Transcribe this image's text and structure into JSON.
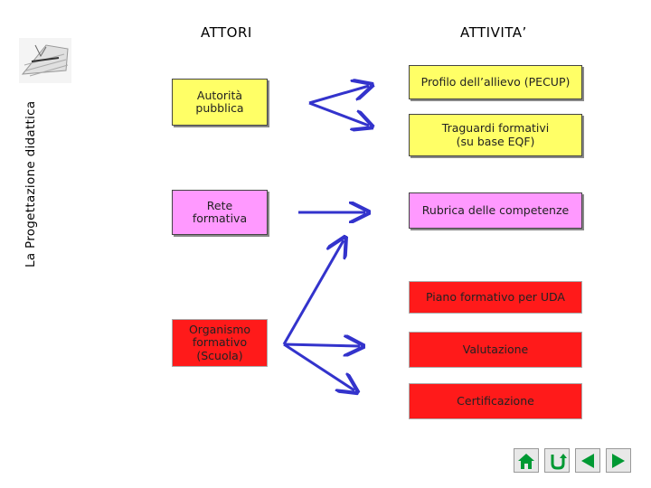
{
  "headers": {
    "actors": "ATTORI",
    "activities": "ATTIVITA’"
  },
  "side_title": "La Progettazione didattica",
  "actors": [
    {
      "label": "Autorità pubblica"
    },
    {
      "label": "Rete formativa"
    },
    {
      "label": "Organismo formativo (Scuola)"
    }
  ],
  "activities": [
    {
      "label": "Profilo dell’allievo (PECUP)"
    },
    {
      "label": "Traguardi formativi (su base EQF)"
    },
    {
      "label": "Rubrica delle competenze"
    },
    {
      "label": "Piano formativo per UDA"
    },
    {
      "label": "Valutazione"
    },
    {
      "label": "Certificazione"
    }
  ],
  "nav_icons": [
    "home-icon",
    "return-icon",
    "previous-icon",
    "next-icon"
  ],
  "colors": {
    "yellow": "#ffff66",
    "pink": "#ff99ff",
    "red": "#ff1a1a",
    "arrow": "#3333cc",
    "nav_green": "#009933"
  }
}
